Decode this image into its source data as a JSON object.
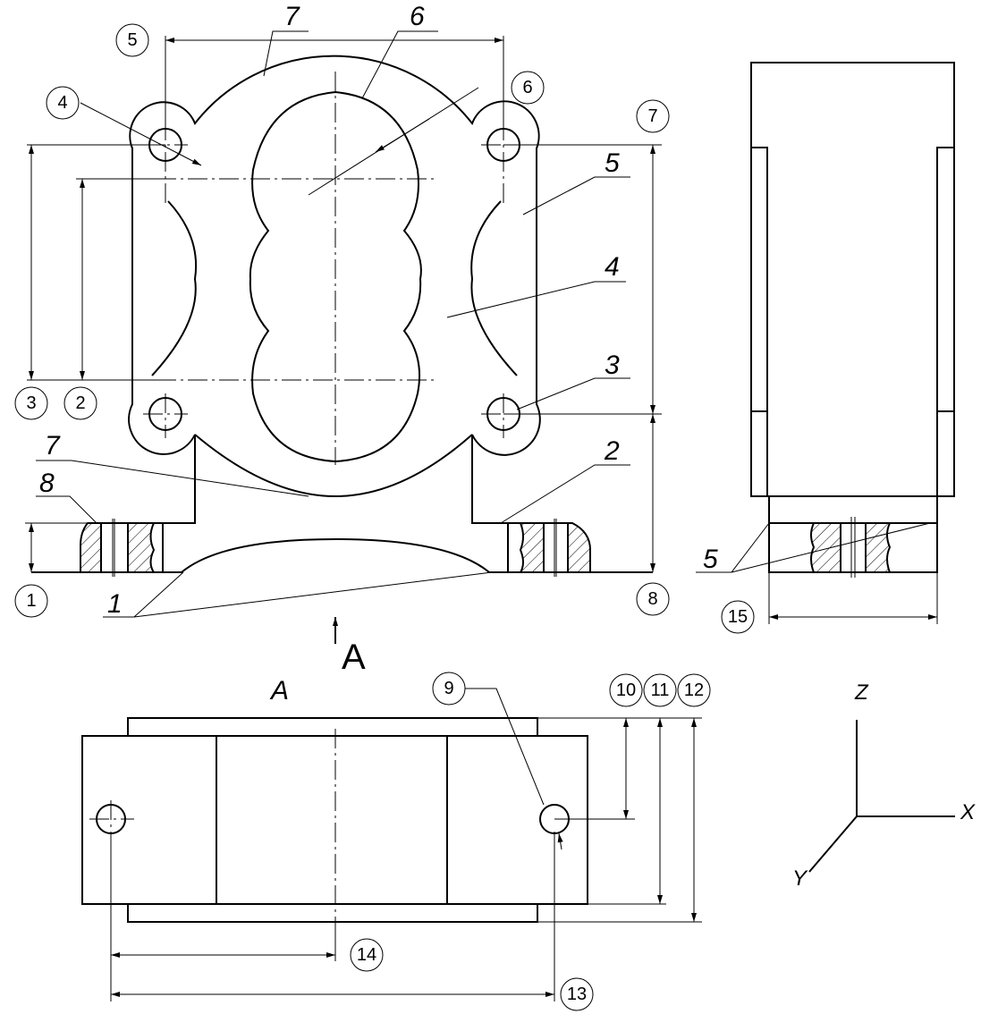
{
  "balloons": [
    "1",
    "2",
    "3",
    "4",
    "5",
    "6",
    "7",
    "8",
    "9",
    "10",
    "11",
    "12",
    "13",
    "14",
    "15"
  ],
  "part_labels": [
    "7",
    "6",
    "5",
    "4",
    "3",
    "7",
    "8",
    "2",
    "1",
    "5"
  ],
  "view_arrow_label": "A",
  "view_title": "A",
  "axes": {
    "x": "X",
    "y": "Y",
    "z": "Z"
  }
}
